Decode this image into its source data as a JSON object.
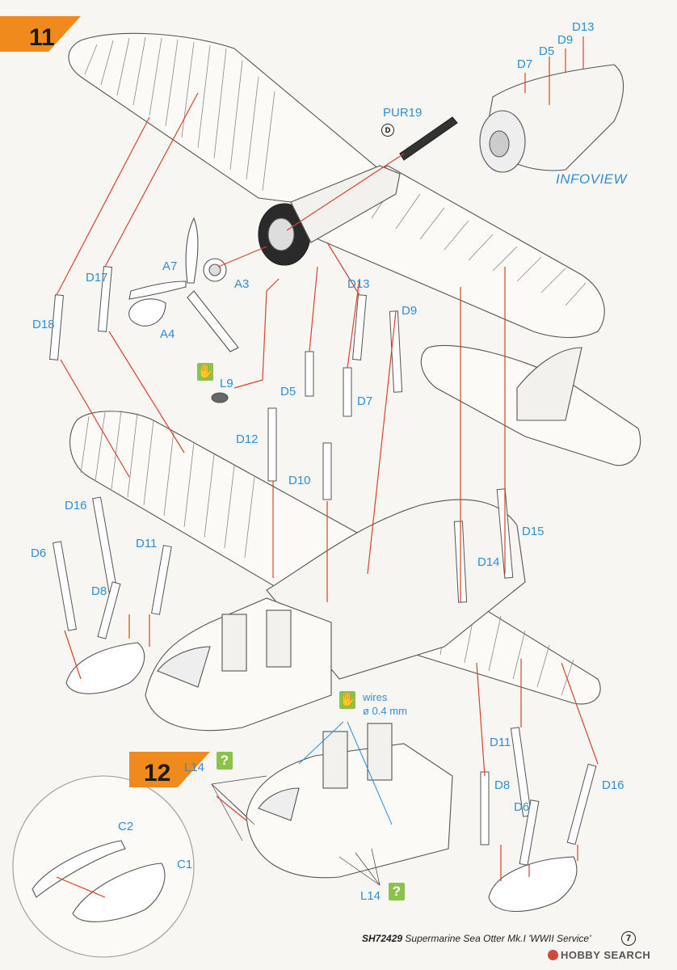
{
  "steps": {
    "step11": "11",
    "step12": "12"
  },
  "infoview": {
    "title": "INFOVIEW",
    "labels": {
      "d13": "D13",
      "d9": "D9",
      "d5": "D5",
      "d7": "D7"
    }
  },
  "parts": {
    "pur19": "PUR19",
    "a7": "A7",
    "a3": "A3",
    "a4": "A4",
    "l9": "L9",
    "d17": "D17",
    "d18": "D18",
    "d13": "D13",
    "d9": "D9",
    "d5": "D5",
    "d7": "D7",
    "d12": "D12",
    "d10": "D10",
    "d15": "D15",
    "d14": "D14",
    "d16_left": "D16",
    "d6_left": "D6",
    "d11_left": "D11",
    "d8_left": "D8",
    "d11_right": "D11",
    "d8_right": "D8",
    "d6_right": "D6",
    "d16_right": "D16",
    "l14_top": "L14",
    "l14_bottom": "L14",
    "c2": "C2",
    "c1": "C1"
  },
  "notes": {
    "wires": "wires",
    "wire_size": "ø 0.4 mm"
  },
  "icons": {
    "question": "?",
    "drill": "D"
  },
  "footer": {
    "code": "SH72429",
    "title": "Supermarine Sea Otter Mk.I 'WWII Service'",
    "page": "7"
  },
  "watermark": {
    "brand": "HOBBY SEARCH"
  },
  "colors": {
    "accent_orange": "#f08a1c",
    "label_blue": "#2e8fd6",
    "arrow_red": "#d9432b",
    "icon_green": "#8bc34a"
  }
}
